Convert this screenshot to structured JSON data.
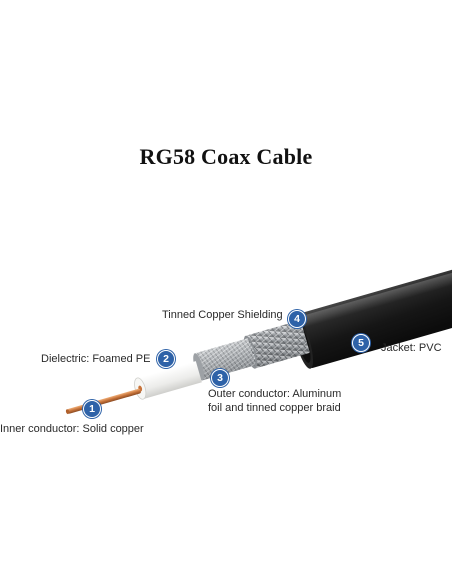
{
  "title": "RG58 Coax Cable",
  "parts": [
    {
      "number": "1",
      "label": "Inner conductor: Solid copper"
    },
    {
      "number": "2",
      "label": "Dielectric: Foamed PE"
    },
    {
      "number": "3",
      "label_line1": "Outer conductor: Aluminum",
      "label_line2": "foil and tinned copper braid"
    },
    {
      "number": "4",
      "label": "Tinned Copper Shielding"
    },
    {
      "number": "5",
      "label": "Jacket: PVC"
    }
  ],
  "colors": {
    "badge": "#2e62a8",
    "jacket": "#1c1c1c",
    "copper": "#c7733a",
    "dielectric": "#f4f4f2",
    "braid": "#b9bcbf"
  }
}
